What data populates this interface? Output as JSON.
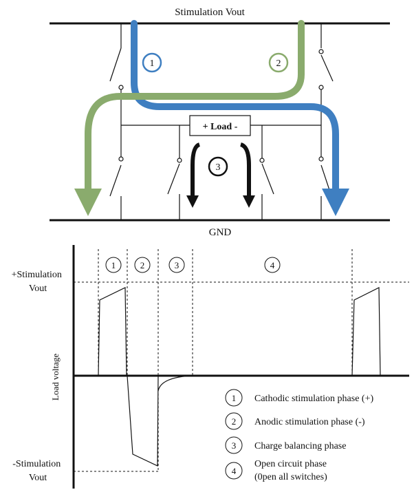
{
  "circuit": {
    "top_rail_label": "Stimulation Vout",
    "bottom_rail_label": "GND",
    "load_label": "+ Load -",
    "path_markers": [
      "1",
      "2",
      "3"
    ],
    "colors": {
      "path1": "#3f7fc1",
      "path2": "#8aab6d",
      "path3": "#111111"
    }
  },
  "waveform": {
    "axis_label": "Load voltage",
    "pos_level_label": [
      "+Stimulation",
      "Vout"
    ],
    "neg_level_label": [
      "-Stimulation",
      "Vout"
    ],
    "phase_markers": [
      "1",
      "2",
      "3",
      "4"
    ],
    "legend": [
      {
        "num": "1",
        "text": "Cathodic stimulation phase (+)"
      },
      {
        "num": "2",
        "text": "Anodic stimulation phase (-)"
      },
      {
        "num": "3",
        "text": "Charge balancing phase"
      },
      {
        "num": "4",
        "text": [
          "Open circuit phase",
          "(0pen all switches)"
        ]
      }
    ]
  }
}
